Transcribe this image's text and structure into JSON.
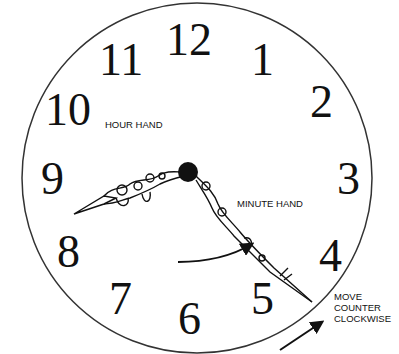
{
  "diagram": {
    "labels": [
      "12",
      "11",
      "1",
      "10",
      "2",
      "HOUR HAND",
      "9",
      "3",
      "MINUTE HAND",
      "8",
      "4",
      "7",
      "5",
      "6",
      "MOVE COUNTER CLOCKWISE"
    ]
  }
}
